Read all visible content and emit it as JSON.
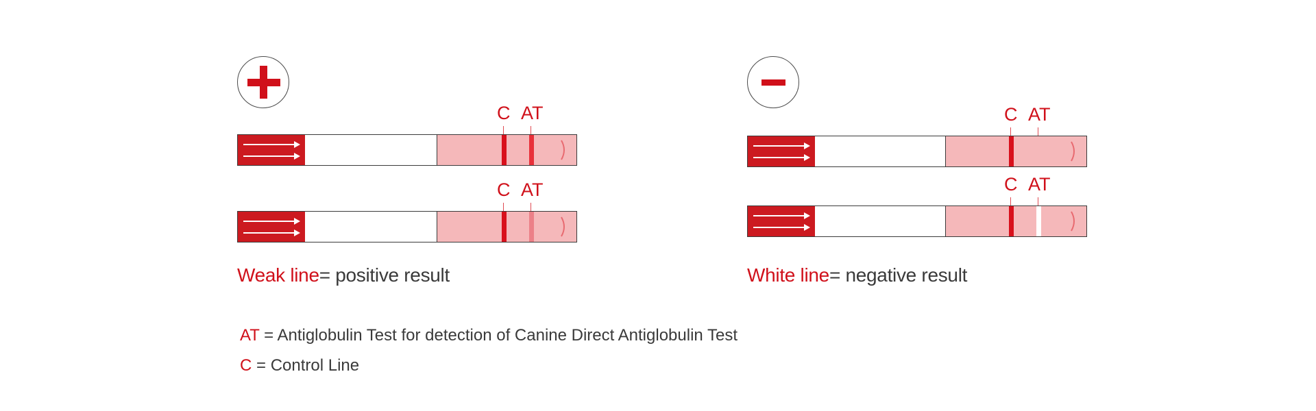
{
  "positive": {
    "sign": "+",
    "strips": [
      {
        "c_label": "C",
        "at_label": "AT",
        "at_line_color": "#e8303a"
      },
      {
        "c_label": "C",
        "at_label": "AT",
        "at_line_color": "#ec8088"
      }
    ],
    "caption_highlight": "Weak line",
    "caption_rest": "= positive result"
  },
  "negative": {
    "sign": "−",
    "strips": [
      {
        "c_label": "C",
        "at_label": "AT",
        "at_line_color": "none"
      },
      {
        "c_label": "C",
        "at_label": "AT",
        "at_line_color": "#ffffff"
      }
    ],
    "caption_highlight": "White line",
    "caption_rest": "= negative result"
  },
  "legend": {
    "at_abbr": "AT",
    "at_text": " = Antiglobulin Test for detection of Canine Direct Antiglobulin Test",
    "c_abbr": "C",
    "c_text": " = Control Line"
  },
  "colors": {
    "accent_red": "#d0101a",
    "sample_pad": "#cc1a20",
    "result_window": "#f5b8ba",
    "text": "#3a3a3a"
  }
}
